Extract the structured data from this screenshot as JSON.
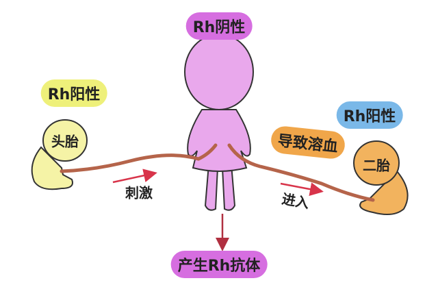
{
  "labels": {
    "mother_type": "Rh阴性",
    "first_fetus_type": "Rh阳性",
    "first_fetus": "头胎",
    "stimulate": "刺激",
    "causes_hemolysis": "导致溶血",
    "second_fetus": "二胎",
    "second_fetus_type": "Rh阳性",
    "enter": "进入",
    "antibody": "产生Rh抗体"
  },
  "colors": {
    "mother": "#e9a8ec",
    "mother_label": "#d66ee0",
    "first_fetus": "#f5f3a6",
    "first_label": "#eef07a",
    "second_fetus": "#f2b35e",
    "hemolysis_label": "#f0a64a",
    "second_label": "#7ab8e8",
    "cord": "#b5644a",
    "arrow": "#d8344a"
  }
}
